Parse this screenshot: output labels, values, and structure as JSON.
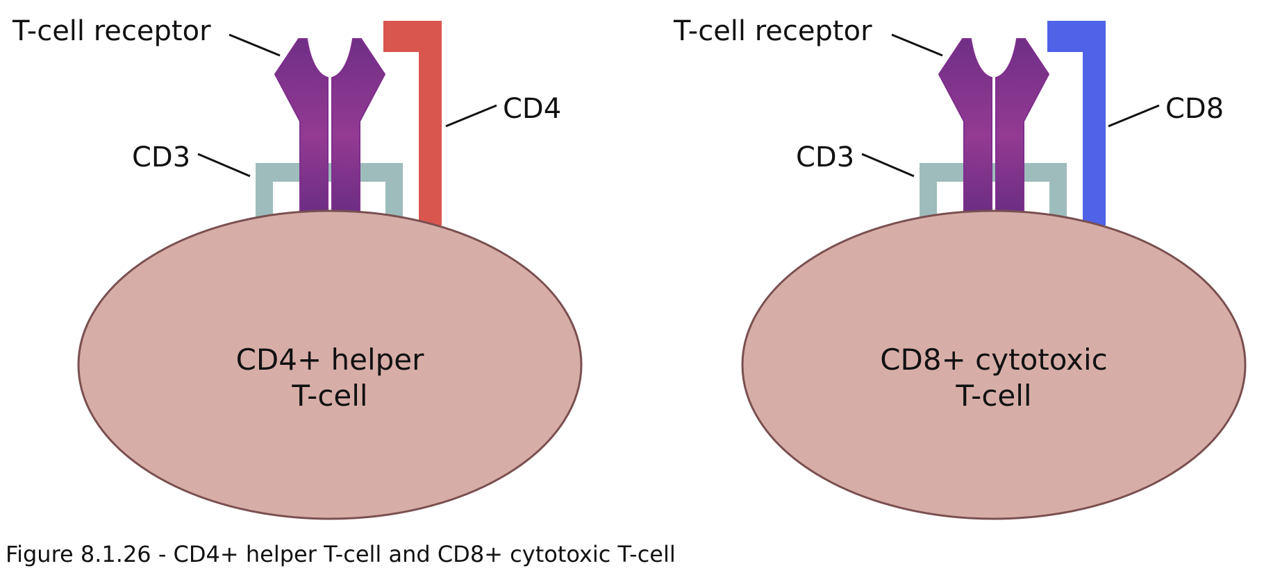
{
  "colors": {
    "cell_fill": "#d7aea7",
    "cell_stroke": "#7a4f50",
    "tcr_fill": "#7e2e8c",
    "tcr_fill_light": "#943a92",
    "cd3": "#9dbcbb",
    "cd4": "#d9564f",
    "cd8": "#4f62e8",
    "leader": "#111111"
  },
  "left_panel": {
    "tcr_label": "T-cell receptor",
    "cd3_label": "CD3",
    "coreceptor_label": "CD4",
    "cell_label_line1": "CD4+ helper",
    "cell_label_line2": "T-cell"
  },
  "right_panel": {
    "tcr_label": "T-cell receptor",
    "cd3_label": "CD3",
    "coreceptor_label": "CD8",
    "cell_label_line1": "CD8+ cytotoxic",
    "cell_label_line2": "T-cell"
  },
  "caption": "Figure 8.1.26 - CD4+ helper T-cell and CD8+ cytotoxic T-cell"
}
